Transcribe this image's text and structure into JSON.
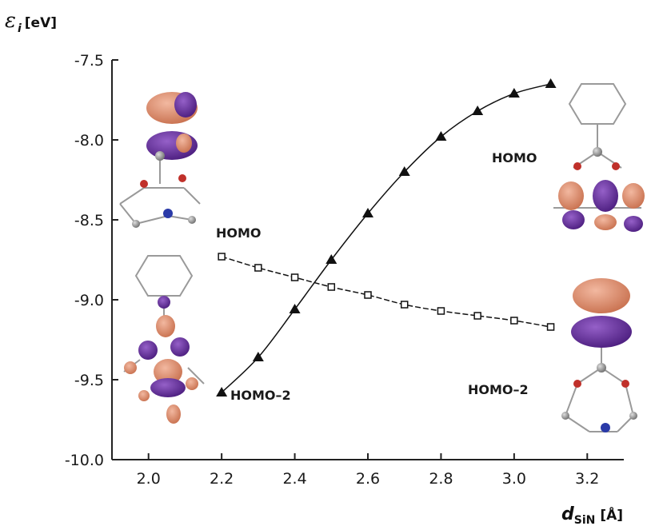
{
  "chart_data": {
    "type": "line",
    "xlabel": {
      "symbol": "d",
      "subscript": "SiN",
      "unit": "[Å]"
    },
    "ylabel": {
      "symbol": "ε",
      "subscript": "i",
      "unit": "[eV]"
    },
    "xlim": [
      1.9,
      3.3
    ],
    "ylim": [
      -10.0,
      -7.5
    ],
    "xticks": [
      2.0,
      2.2,
      2.4,
      2.6,
      2.8,
      3.0,
      3.2
    ],
    "xtick_labels": [
      "2.0",
      "2.2",
      "2.4",
      "2.6",
      "2.8",
      "3.0",
      "3.2"
    ],
    "yticks": [
      -7.5,
      -8.0,
      -8.5,
      -9.0,
      -9.5,
      -10.0
    ],
    "ytick_labels": [
      "-7.5",
      "-8.0",
      "-8.5",
      "-9.0",
      "-9.5",
      "-10.0"
    ],
    "grid": false,
    "series": [
      {
        "marker": "filled-triangle",
        "x": [
          2.2,
          2.3,
          2.4,
          2.5,
          2.6,
          2.7,
          2.8,
          2.9,
          3.0,
          3.1
        ],
        "y": [
          -9.58,
          -9.36,
          -9.06,
          -8.75,
          -8.46,
          -8.2,
          -7.98,
          -7.82,
          -7.71,
          -7.65
        ]
      },
      {
        "marker": "open-square",
        "x": [
          2.2,
          2.3,
          2.4,
          2.5,
          2.6,
          2.7,
          2.8,
          2.9,
          3.0,
          3.1
        ],
        "y": [
          -8.73,
          -8.8,
          -8.86,
          -8.92,
          -8.97,
          -9.03,
          -9.07,
          -9.1,
          -9.13,
          -9.17
        ]
      }
    ],
    "annotations": [
      {
        "text": "HOMO",
        "position": "left-upper"
      },
      {
        "text": "HOMO–2",
        "position": "left-lower"
      },
      {
        "text": "HOMO",
        "position": "right-upper"
      },
      {
        "text": "HOMO–2",
        "position": "right-lower"
      }
    ]
  },
  "colors": {
    "orbital_positive": "#d98866",
    "orbital_negative": "#6b2f9e",
    "atom_carbon": "#8a8a8a",
    "atom_oxygen": "#c0302a",
    "atom_nitrogen": "#2a3aa8",
    "axis": "#222222"
  },
  "icons": [
    "molecule-orbital-icon"
  ]
}
